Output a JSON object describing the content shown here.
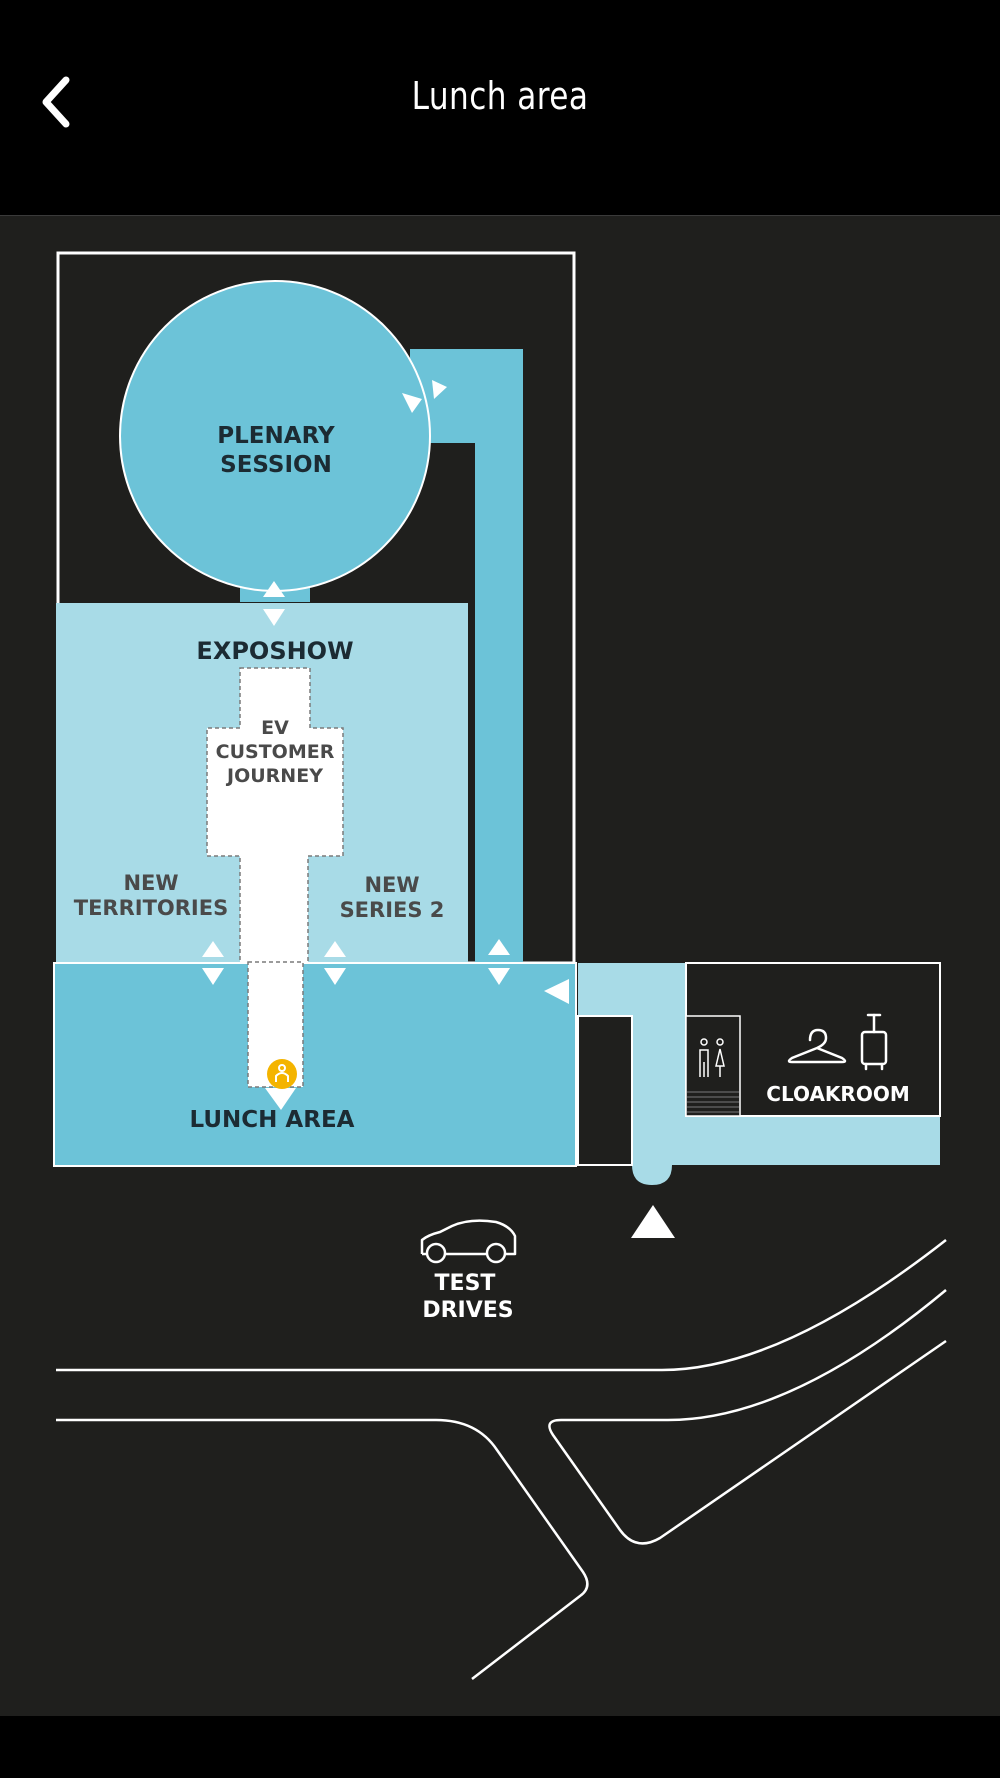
{
  "header": {
    "title": "Lunch area",
    "back_icon": "chevron-left-icon"
  },
  "map": {
    "colors": {
      "background": "#1f1f1d",
      "zone_dark": "#6cc3d8",
      "zone_light": "#a8dbe7",
      "corridor": "#ffffff",
      "marker": "#f4b400",
      "label_dark": "#1c2b33",
      "label_grey": "#4a4a4a"
    },
    "zones": {
      "plenary_line1": "PLENARY",
      "plenary_line2": "SESSION",
      "exposhow": "EXPOSHOW",
      "ev_line1": "EV",
      "ev_line2": "CUSTOMER",
      "ev_line3": "JOURNEY",
      "new_territories_line1": "NEW",
      "new_territories_line2": "TERRITORIES",
      "new_series_line1": "NEW",
      "new_series_line2": "SERIES 2",
      "lunch_area": "LUNCH AREA",
      "cloakroom": "CLOAKROOM",
      "test_drives_line1": "TEST",
      "test_drives_line2": "DRIVES"
    },
    "icons": {
      "restroom": "restroom-icon",
      "hanger": "hanger-icon",
      "luggage": "luggage-icon",
      "car": "car-icon",
      "location": "location-marker-icon",
      "entrance": "entrance-arrow-icon"
    }
  }
}
